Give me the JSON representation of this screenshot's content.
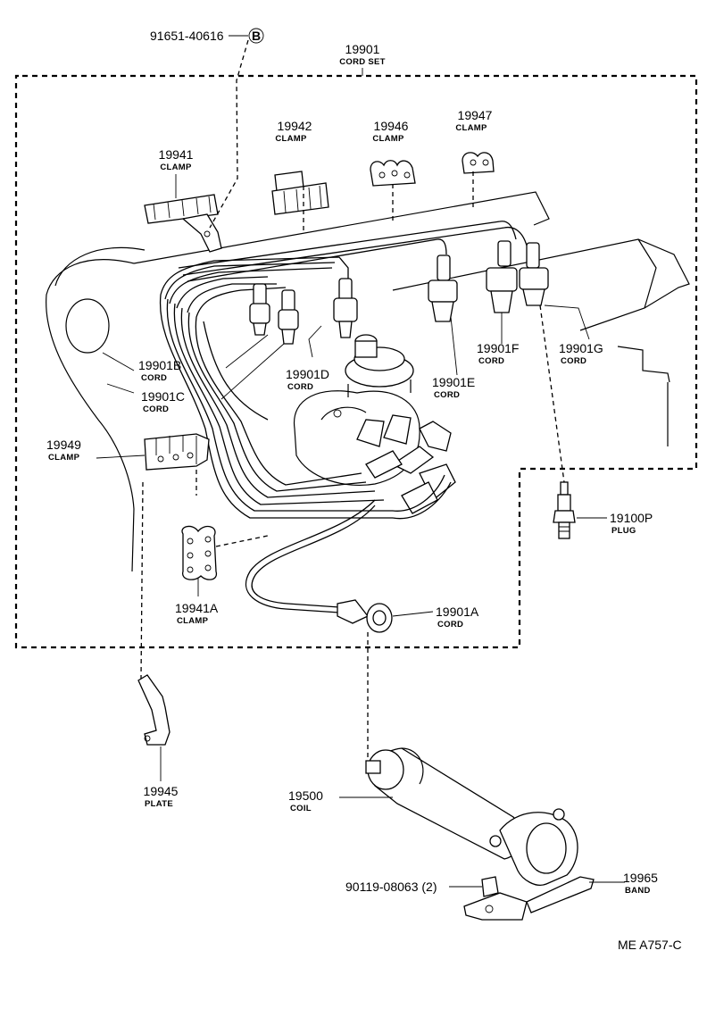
{
  "labels": {
    "p91651": "91651-40616",
    "p91651_ref": "B",
    "p19901_num": "19901",
    "p19901_sub": "CORD SET",
    "p19941_num": "19941",
    "p19941_sub": "CLAMP",
    "p19942_num": "19942",
    "p19942_sub": "CLAMP",
    "p19946_num": "19946",
    "p19946_sub": "CLAMP",
    "p19947_num": "19947",
    "p19947_sub": "CLAMP",
    "p19901B_num": "19901B",
    "p19901B_sub": "CORD",
    "p19901C_num": "19901C",
    "p19901C_sub": "CORD",
    "p19901D_num": "19901D",
    "p19901D_sub": "CORD",
    "p19901E_num": "19901E",
    "p19901E_sub": "CORD",
    "p19901F_num": "19901F",
    "p19901F_sub": "CORD",
    "p19901G_num": "19901G",
    "p19901G_sub": "CORD",
    "p19949_num": "19949",
    "p19949_sub": "CLAMP",
    "p19100P_num": "19100P",
    "p19100P_sub": "PLUG",
    "p19941A_num": "19941A",
    "p19941A_sub": "CLAMP",
    "p19901A_num": "19901A",
    "p19901A_sub": "CORD",
    "p19945_num": "19945",
    "p19945_sub": "PLATE",
    "p19500_num": "19500",
    "p19500_sub": "COIL",
    "p90119": "90119-08063 (2)",
    "p19965_num": "19965",
    "p19965_sub": "BAND",
    "footer_code": "ME  A757-C"
  }
}
